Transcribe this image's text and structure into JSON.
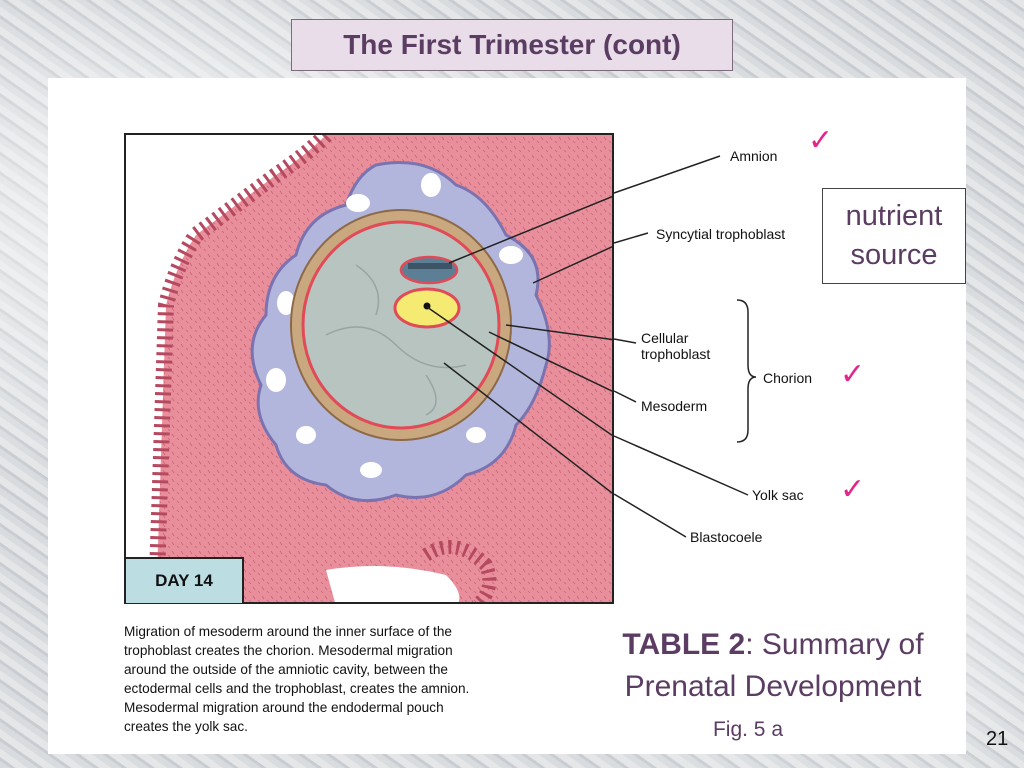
{
  "slide": {
    "title": "The First Trimester (cont)",
    "page_number": "21"
  },
  "figure": {
    "day_label": "DAY 14",
    "labels": {
      "amnion": "Amnion",
      "syncytial_trophoblast": "Syncytial trophoblast",
      "cellular_trophoblast_line1": "Cellular",
      "cellular_trophoblast_line2": "trophoblast",
      "mesoderm": "Mesoderm",
      "chorion": "Chorion",
      "yolk_sac": "Yolk sac",
      "blastocoele": "Blastocoele"
    },
    "caption_lines": [
      "Migration of mesoderm around the inner surface of the",
      "trophoblast creates the chorion. Mesodermal migration",
      "around the outside of the amniotic cavity, between the",
      "ectodermal cells and the trophoblast, creates the amnion.",
      "Mesodermal migration around the endodermal pouch",
      "creates the yolk sac."
    ]
  },
  "annotations": {
    "check_mark": "✓",
    "nutrient_line1": "nutrient",
    "nutrient_line2": "source",
    "table_bold": "TABLE 2",
    "table_rest": ": Summary of",
    "table_line2": "Prenatal Development",
    "fig_ref": "Fig. 5 a"
  },
  "colors": {
    "title_text": "#5b3c62",
    "check": "#e3278a",
    "endometrium": "#e98f9c",
    "trophoblast": "#b3b6dc",
    "blastocoele": "#b7c4c0",
    "yolk_sac": "#f5ea72",
    "amnion": "#5d7f95"
  }
}
